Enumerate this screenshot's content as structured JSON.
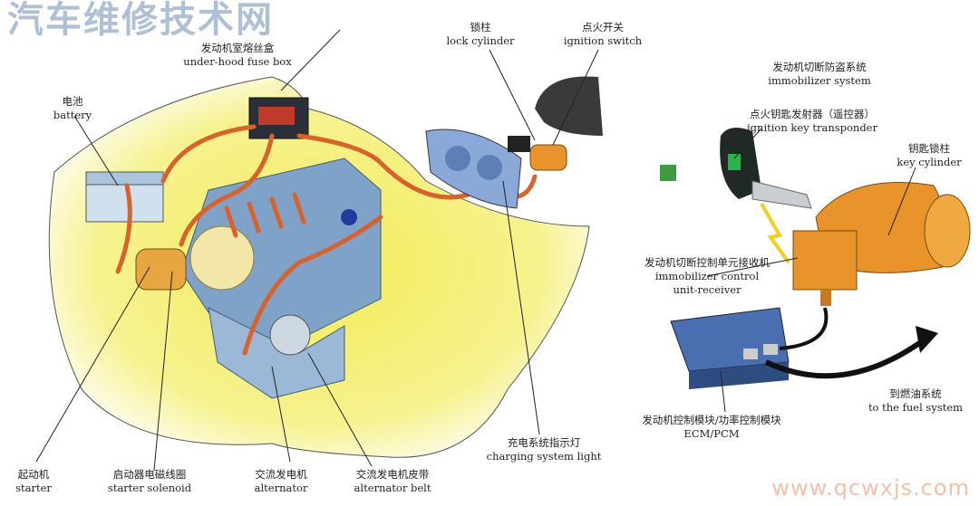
{
  "labels": {
    "fuse_box": {
      "cn": "发动机室熔丝盒",
      "en": "under-hood fuse box"
    },
    "battery": {
      "cn": "电池",
      "en": "battery"
    },
    "lock_cylinder": {
      "cn": "锁柱",
      "en": "lock cylinder"
    },
    "ignition_switch": {
      "cn": "点火开关",
      "en": "ignition switch"
    },
    "immobilizer_system": {
      "cn": "发动机切断防盗系统",
      "en": "immobilizer system"
    },
    "key_transponder": {
      "cn": "点火钥匙发射器（遥控器）",
      "en": "ignition key transponder"
    },
    "key_cylinder": {
      "cn": "钥匙锁柱",
      "en": "key cylinder"
    },
    "immobilizer_unit": {
      "cn": "发动机切断控制单元接收机",
      "en1": "immobilizer control",
      "en2": "unit-receiver"
    },
    "fuel_system": {
      "cn": "到燃油系统",
      "en": "to the fuel system"
    },
    "ecm": {
      "cn": "发动机控制模块/功率控制模块",
      "en": "ECM/PCM"
    },
    "charging_light": {
      "cn": "充电系统指示灯",
      "en": "charging system light"
    },
    "alternator_belt": {
      "cn": "交流发电机皮带",
      "en": "alternator belt"
    },
    "alternator": {
      "cn": "交流发电机",
      "en": "alternator"
    },
    "starter_solenoid": {
      "cn": "启动器电磁线圈",
      "en": "starter solenoid"
    },
    "starter": {
      "cn": "起动机",
      "en": "starter"
    }
  },
  "watermark": {
    "cn": "汽车维修技术网",
    "url": "www.qcwxjs.com"
  },
  "colors": {
    "glow": "#f4ef6a",
    "engine": "#7fa3c8",
    "wire": "#d9622b",
    "brass": "#e8942a"
  }
}
